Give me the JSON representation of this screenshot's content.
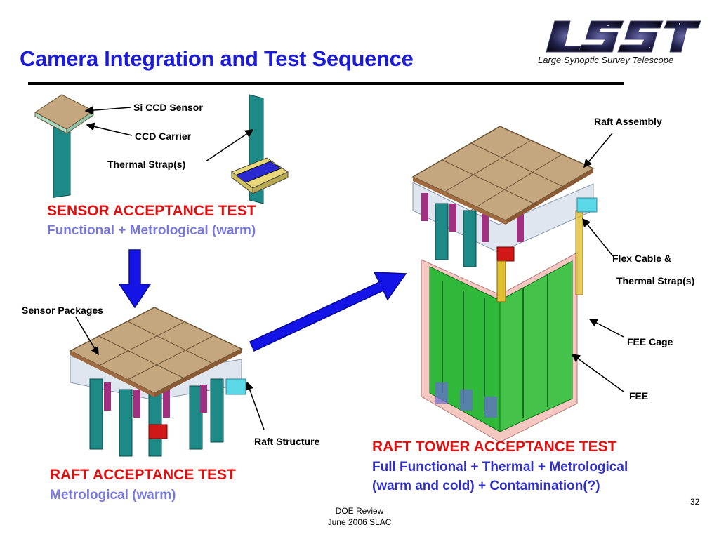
{
  "slide": {
    "title": "Camera Integration and Test Sequence",
    "page_number": "32",
    "footer": {
      "line1": "DOE  Review",
      "line2": "June 2006 SLAC"
    }
  },
  "logo": {
    "wordmark": "LSST",
    "tagline": "Large Synoptic Survey Telescope"
  },
  "labels": {
    "si_ccd_sensor": "Si CCD Sensor",
    "ccd_carrier": "CCD Carrier",
    "thermal_straps": "Thermal Strap(s)",
    "sensor_packages": "Sensor Packages",
    "raft_structure": "Raft Structure",
    "raft_assembly": "Raft Assembly",
    "flex_cable_line1": "Flex Cable &",
    "flex_cable_line2": "Thermal Strap(s)",
    "fee_cage": "FEE Cage",
    "fee": "FEE"
  },
  "tests": {
    "sensor": {
      "heading": "SENSOR ACCEPTANCE TEST",
      "detail": "Functional + Metrological (warm)"
    },
    "raft": {
      "heading": "RAFT ACCEPTANCE TEST",
      "detail": "Metrological (warm)"
    },
    "raft_tower": {
      "heading": "RAFT TOWER ACCEPTANCE TEST",
      "detail_line1": "Full Functional + Thermal + Metrological",
      "detail_line2": "(warm and cold) + Contamination(?)"
    }
  },
  "colors": {
    "title": "#1c1cd8",
    "heading_red": "#e01010",
    "sub_purple": "#7878dc",
    "sub_blue": "#3030c8",
    "arrow": "#1414e6",
    "sensor_tan": "#c4a67f",
    "strap_teal": "#1e8a88",
    "fee_green": "#2fb83a"
  }
}
